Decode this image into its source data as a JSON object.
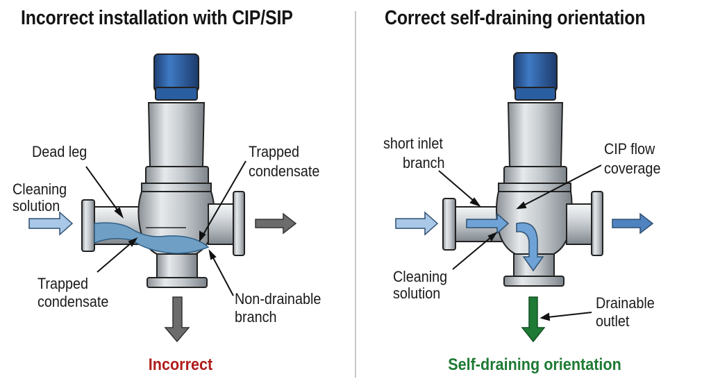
{
  "left_panel": {
    "title": "Incorrect installation with CIP/SIP",
    "labels": {
      "dead_leg": "Dead leg",
      "cleaning_solution_line1": "Cleaning",
      "cleaning_solution_line2": "solution",
      "trapped_condensate_top_line1": "Trapped",
      "trapped_condensate_top_line2": "condensate",
      "trapped_condensate_bottom_line1": "Trapped",
      "trapped_condensate_bottom_line2": "condensate",
      "non_drainable_line1": "Non-drainable",
      "non_drainable_line2": "branch"
    },
    "verdict": "Incorrect"
  },
  "right_panel": {
    "title": "Correct self-draining orientation",
    "labels": {
      "short_inlet_line1": "short inlet",
      "short_inlet_line2": "branch",
      "cip_flow_line1": "CIP flow",
      "cip_flow_line2": "coverage",
      "cleaning_solution_line1": "Cleaning",
      "cleaning_solution_line2": "solution",
      "drainable_line1": "Drainable",
      "drainable_line2": "outlet"
    },
    "verdict": "Self-draining orientation"
  },
  "colors": {
    "incorrect": "#b01c1c",
    "correct": "#1e7a34",
    "cap_blue": "#2a5fa6",
    "steel": "#c9ced3",
    "liquid": "#6f9fc4",
    "flow_arrow": "#8fb6dc",
    "grey_arrow": "#6c6c6c",
    "green_arrow": "#1e7a34"
  }
}
